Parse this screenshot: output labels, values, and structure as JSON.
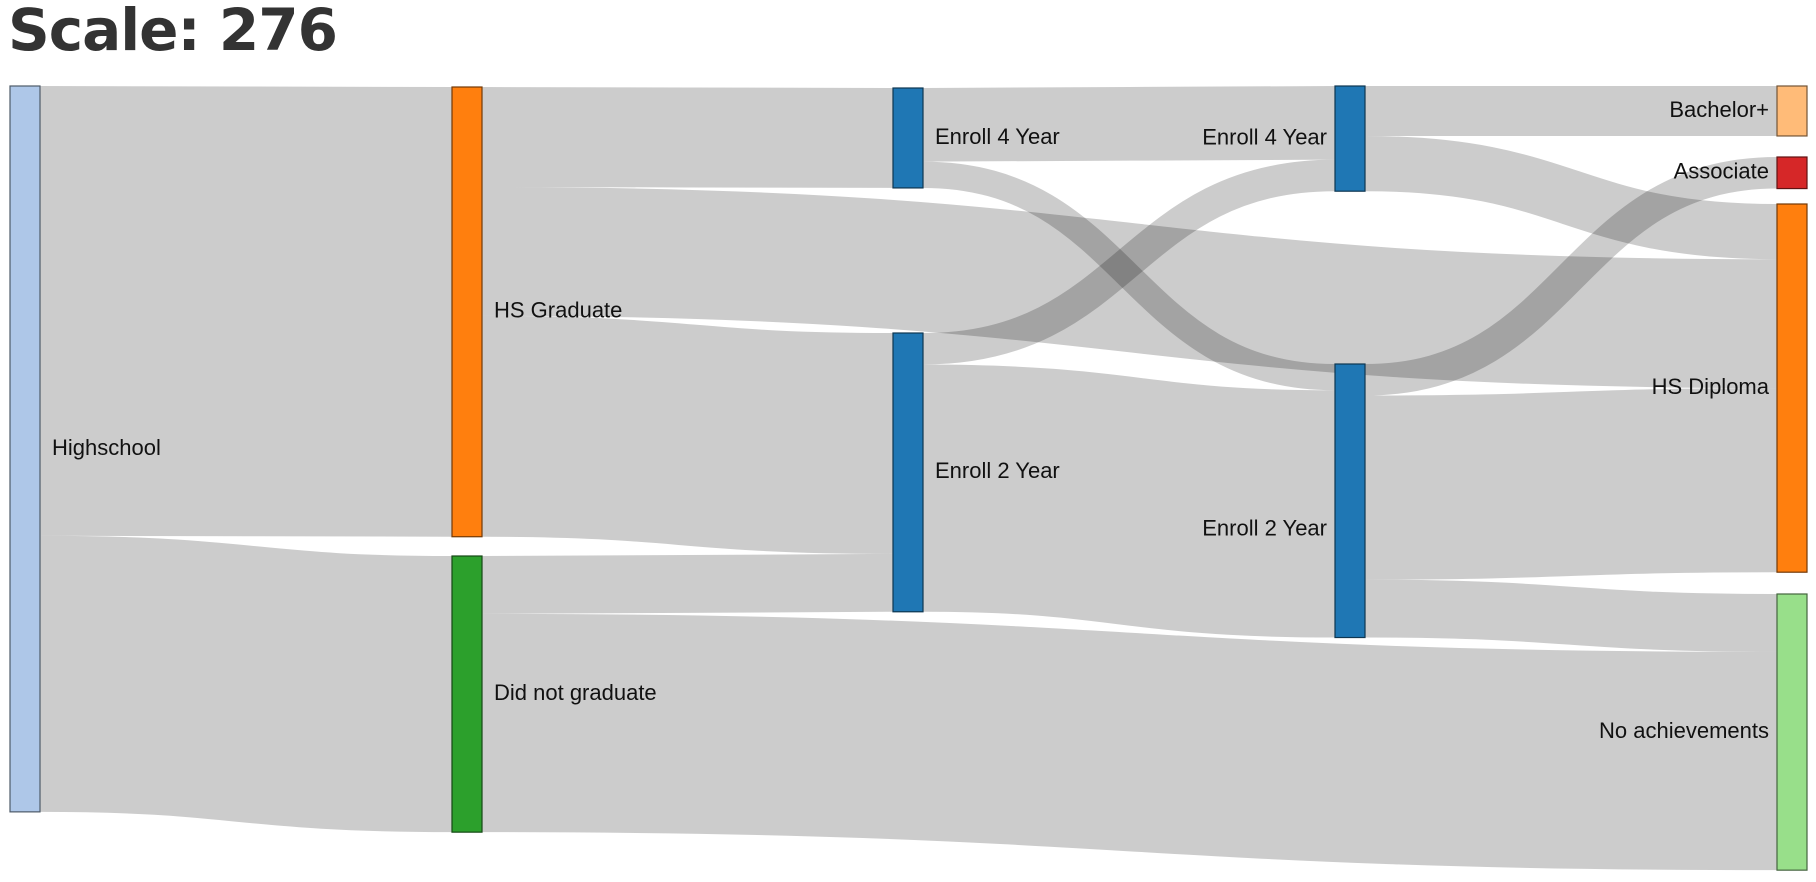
{
  "header": {
    "title": "Scale: 276"
  },
  "chart_data": {
    "type": "sankey",
    "nodes": [
      {
        "id": "highschool",
        "label": "Highschool",
        "column": 0,
        "color": "#aec7e8"
      },
      {
        "id": "hs_graduate",
        "label": "HS Graduate",
        "column": 1,
        "color": "#ff7f0e"
      },
      {
        "id": "did_not_graduate",
        "label": "Did not graduate",
        "column": 1,
        "color": "#2ca02c"
      },
      {
        "id": "enroll4_a",
        "label": "Enroll 4 Year",
        "column": 2,
        "color": "#1f77b4"
      },
      {
        "id": "enroll2_a",
        "label": "Enroll 2 Year",
        "column": 2,
        "color": "#1f77b4"
      },
      {
        "id": "enroll4_b",
        "label": "Enroll 4 Year",
        "column": 3,
        "color": "#1f77b4"
      },
      {
        "id": "enroll2_b",
        "label": "Enroll 2 Year",
        "column": 3,
        "color": "#1f77b4"
      },
      {
        "id": "bachelor",
        "label": "Bachelor+",
        "column": 4,
        "color": "#ffbb78"
      },
      {
        "id": "associate",
        "label": "Associate",
        "column": 4,
        "color": "#d62728"
      },
      {
        "id": "hs_diploma",
        "label": "HS Diploma",
        "column": 4,
        "color": "#ff7f0e"
      },
      {
        "id": "no_achievements",
        "label": "No achievements",
        "column": 4,
        "color": "#98df8a"
      }
    ],
    "links": [
      {
        "source": "highschool",
        "target": "hs_graduate",
        "value": 171
      },
      {
        "source": "highschool",
        "target": "did_not_graduate",
        "value": 105
      },
      {
        "source": "hs_graduate",
        "target": "enroll4_a",
        "value": 38
      },
      {
        "source": "hs_graduate",
        "target": "hs_diploma",
        "value": 49
      },
      {
        "source": "hs_graduate",
        "target": "enroll2_a",
        "value": 84
      },
      {
        "source": "did_not_graduate",
        "target": "enroll2_a",
        "value": 22
      },
      {
        "source": "did_not_graduate",
        "target": "no_achievements",
        "value": 83
      },
      {
        "source": "enroll4_a",
        "target": "enroll4_b",
        "value": 28
      },
      {
        "source": "enroll4_a",
        "target": "enroll2_b",
        "value": 10
      },
      {
        "source": "enroll2_a",
        "target": "enroll4_b",
        "value": 12
      },
      {
        "source": "enroll2_a",
        "target": "enroll2_b",
        "value": 94
      },
      {
        "source": "enroll4_b",
        "target": "bachelor",
        "value": 19
      },
      {
        "source": "enroll4_b",
        "target": "hs_diploma",
        "value": 21
      },
      {
        "source": "enroll2_b",
        "target": "associate",
        "value": 12
      },
      {
        "source": "enroll2_b",
        "target": "hs_diploma",
        "value": 70
      },
      {
        "source": "enroll2_b",
        "target": "no_achievements",
        "value": 22
      }
    ]
  }
}
